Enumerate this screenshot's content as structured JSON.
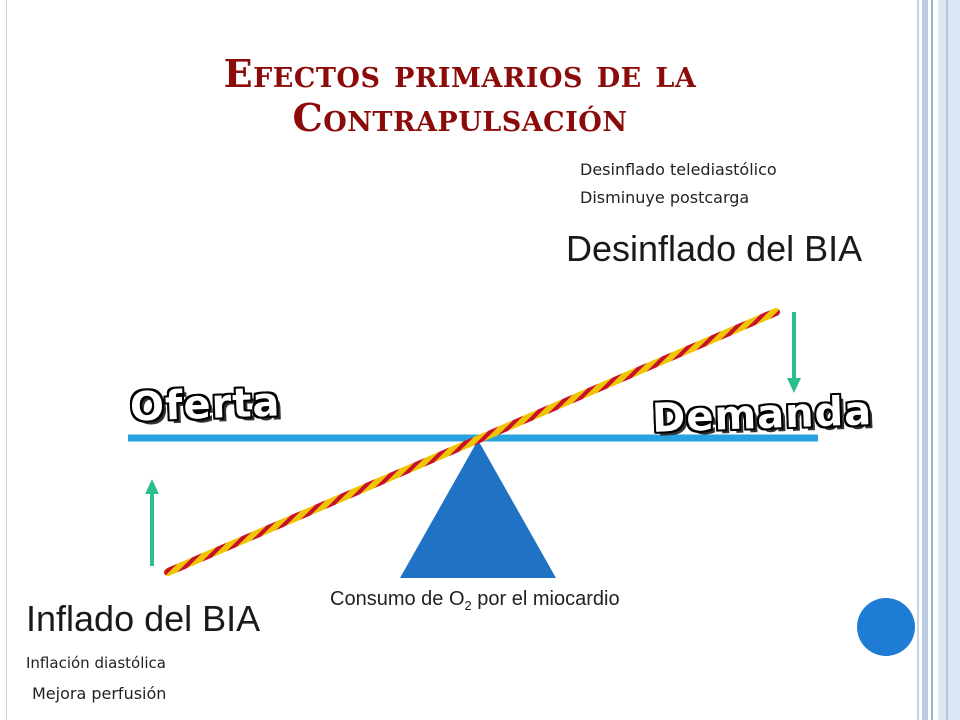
{
  "title": {
    "line1": "Efectos primarios de la",
    "line2": "Contrapulsación"
  },
  "deflate": {
    "note1": "Desinflado telediastólico",
    "note2": "Disminuye postcarga",
    "label": "Desinflado del BIA"
  },
  "inflate": {
    "label": "Inflado del BIA",
    "note1": "Inflación diastólica",
    "note2": "Mejora perfusión"
  },
  "balance": {
    "left": "Oferta",
    "right": "Demanda"
  },
  "caption": {
    "prefix": "Consumo  de O",
    "subscript": "2",
    "suffix": " por el miocardio"
  },
  "colors": {
    "title": "#8b0a0a",
    "beam": "#29a3e0",
    "fulcrum": "#1f72c4",
    "arrow": "#2dbf8a",
    "tilt_stripe_a": "#f0c400",
    "tilt_stripe_b": "#c8102e",
    "dot": "#1f7cd4"
  }
}
